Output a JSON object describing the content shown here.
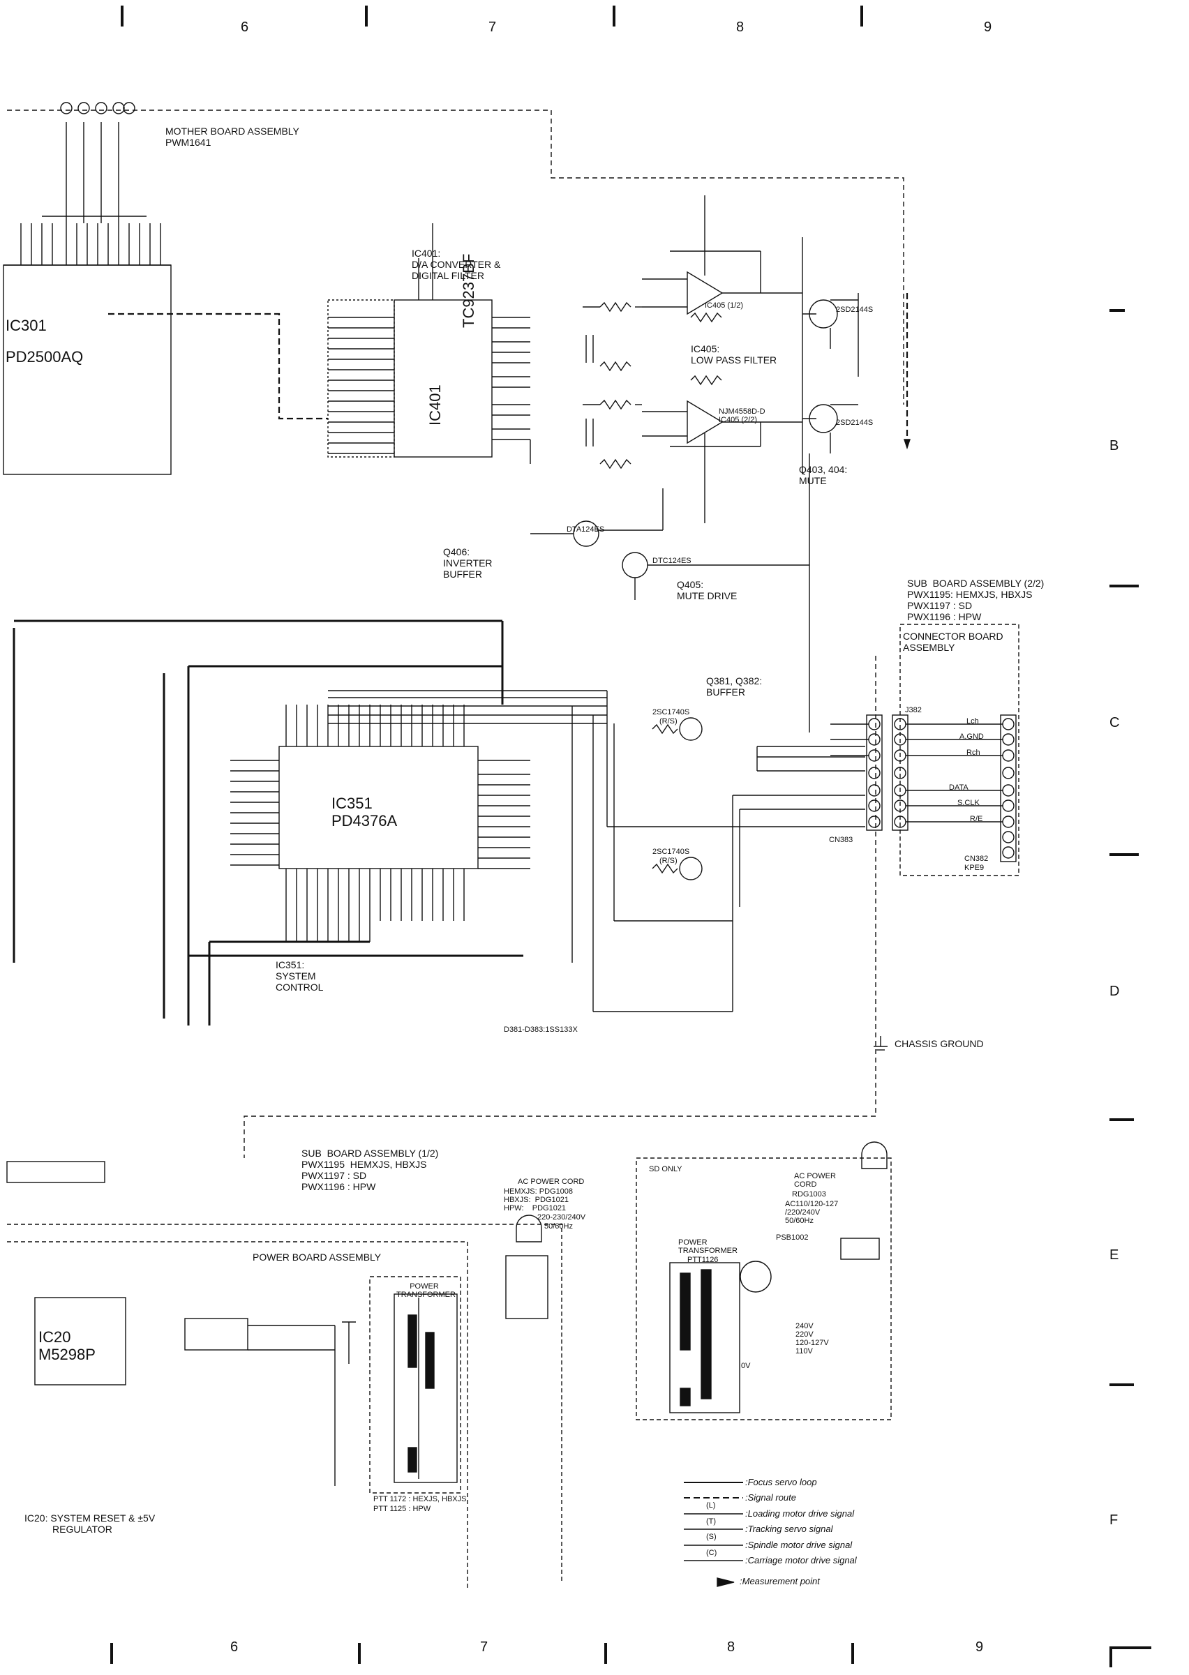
{
  "grid": {
    "columns": [
      "6",
      "7",
      "8",
      "9"
    ],
    "rows": [
      "B",
      "C",
      "D",
      "E",
      "F"
    ]
  },
  "blocks": {
    "mother_board": {
      "title": "MOTHER BOARD ASSEMBLY",
      "part": "PWM1641"
    },
    "ic301": {
      "ref": "IC301",
      "part": "PD2500AQ"
    },
    "ic401": {
      "title": "IC401:",
      "desc1": "D/A CONVERTER &",
      "desc2": "DIGITAL FILTER",
      "chip": "TC9237BF",
      "ref": "IC401"
    },
    "ic405": {
      "title": "IC405:",
      "desc": "LOW PASS FILTER",
      "half1": "IC405 (1/2)",
      "half2": "IC405 (2/2)",
      "opamp": "NJM4558D-D"
    },
    "q403": {
      "title": "Q403, 404:",
      "desc": "MUTE",
      "part": "2SD2144S"
    },
    "q406": {
      "title": "Q406:",
      "desc1": "INVERTER",
      "desc2": "BUFFER",
      "part": "DTA124ES"
    },
    "q405": {
      "title": "Q405:",
      "desc": "MUTE DRIVE",
      "part": "DTC124ES"
    },
    "ic351": {
      "ref": "IC351",
      "part": "PD4376A",
      "caption1": "IC351:",
      "caption2": "SYSTEM",
      "caption3": "CONTROL"
    },
    "q381": {
      "title": "Q381, Q382:",
      "desc": "BUFFER",
      "part": "2SC1740S",
      "variant": "(R/S)"
    },
    "sub_board_22": {
      "title": "SUB  BOARD ASSEMBLY (2/2)",
      "line1": "PWX1195: HEMXJS, HBXJS",
      "line2": "PWX1197 : SD",
      "line3": "PWX1196 : HPW"
    },
    "connector_board": {
      "title1": "CONNECTOR BOARD",
      "title2": "ASSEMBLY",
      "jack": "J382",
      "cn": "CN382",
      "cn_part": "KPE9",
      "cn383": "CN383"
    },
    "sub_board_12": {
      "title": "SUB  BOARD ASSEMBLY (1/2)",
      "line1": "PWX1195  HEMXJS, HBXJS",
      "line2": "PWX1197 : SD",
      "line3": "PWX1196 : HPW"
    },
    "ac_cord": {
      "title": "AC POWER CORD",
      "line1": "HEMXJS: PDG1008",
      "line2": "HBXJS:  PDG1021",
      "line3": "HPW:    PDG1021",
      "rating1": "220-230/240V",
      "rating2": "50/60Hz"
    },
    "power_board": {
      "title": "POWER BOARD ASSEMBLY",
      "transformer": "POWER TRANSFORMER",
      "tparts1": "PTT 1172 : HEXJS, HBXJS",
      "tparts2": "PTT 1125 : HPW"
    },
    "sd_only": {
      "title": "SD ONLY",
      "cord": "AC POWER CORD",
      "cord_part": "RDG1003",
      "cord_rating1": "AC110/120-127",
      "cord_rating2": "/220/240V",
      "cord_rating3": "50/60Hz",
      "transformer": "POWER TRANSFORMER",
      "t_part": "PTT1126",
      "switch": "PSB1002",
      "v1": "240V",
      "v2": "220V",
      "v3": "120-127V",
      "v4": "110V",
      "v0": "0V"
    },
    "ic20": {
      "ref": "IC20",
      "part": "M5298P",
      "caption1": "IC20: SYSTEM RESET & ±5V",
      "caption2": "REGULATOR"
    },
    "diodes": {
      "note": "D381-D383:1SS133X"
    },
    "chassis": {
      "label": "CHASSIS GROUND"
    }
  },
  "connector_signals": [
    {
      "pin": "1",
      "name": "Lch"
    },
    {
      "pin": "2",
      "name": "A.GND"
    },
    {
      "pin": "3",
      "name": "Rch"
    },
    {
      "pin": "5",
      "name": "DATA"
    },
    {
      "pin": "6",
      "name": "S.CLK"
    },
    {
      "pin": "7",
      "name": "R/E"
    }
  ],
  "legend": [
    {
      "style": "solid",
      "label": ":Focus servo loop"
    },
    {
      "style": "dashed",
      "label": ":Signal route"
    },
    {
      "style": "L",
      "label": ":Loading motor drive signal"
    },
    {
      "style": "T",
      "label": ":Tracking servo signal"
    },
    {
      "style": "S",
      "label": ":Spindle motor drive signal"
    },
    {
      "style": "C",
      "label": ":Carriage motor drive signal"
    },
    {
      "style": "arrow",
      "label": ":Measurement point"
    }
  ],
  "legend_codes": {
    "L": "(L)",
    "T": "(T)",
    "S": "(S)",
    "C": "(C)"
  },
  "colors": {
    "ink": "#111111",
    "paper": "#ffffff"
  }
}
